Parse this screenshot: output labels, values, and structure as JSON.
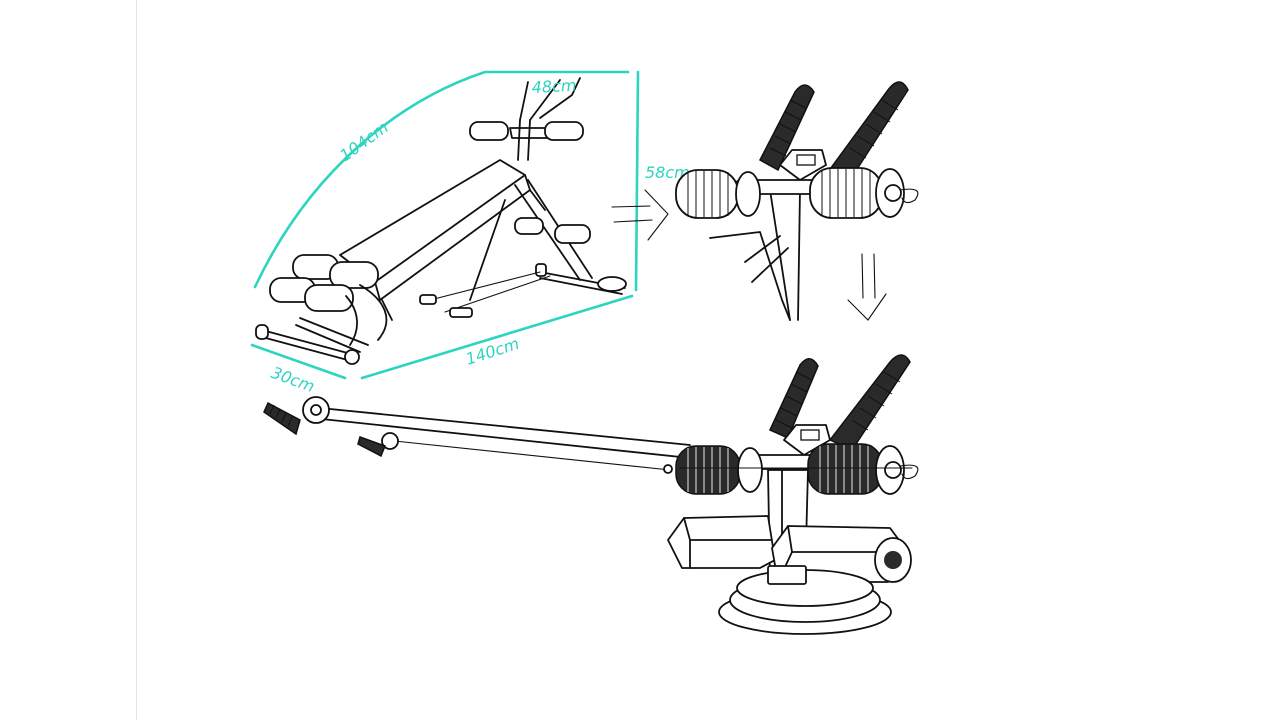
{
  "dimensions": {
    "width": "48cm",
    "diagonal": "104cm",
    "height": "58cm",
    "length": "140cm",
    "depth": "30cm"
  },
  "colors": {
    "dimension_ink": "#2dd4bf",
    "line_ink": "#111111",
    "background": "#ffffff"
  },
  "icons": {
    "step_arrow_right": "double-arrow-right-icon",
    "step_arrow_down": "double-arrow-down-icon"
  }
}
